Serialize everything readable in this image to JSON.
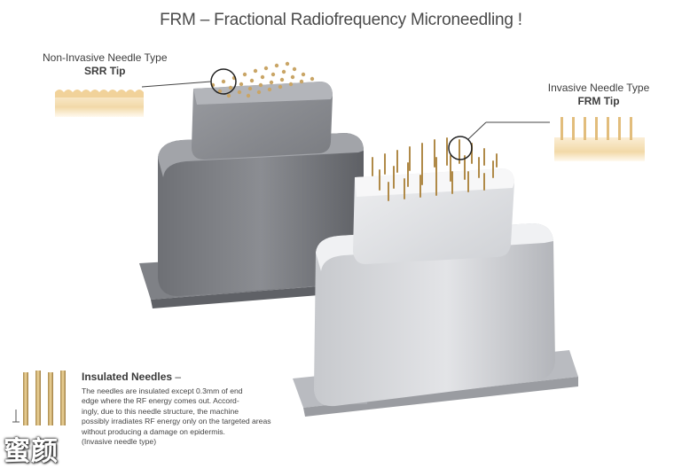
{
  "title": "FRM – Fractional Radiofrequency Microneedling !",
  "srr": {
    "type_label": "Non-Invasive Needle Type",
    "tip_label": "SRR Tip"
  },
  "frm": {
    "type_label": "Invasive Needle Type",
    "tip_label": "FRM Tip"
  },
  "insulated": {
    "title": "Insulated Needles",
    "dash": "–",
    "lines": [
      "The needles are insulated except 0.3mm of end",
      "edge where the RF energy comes out. Accord-",
      "ingly, due to this needle structure, the machine",
      "possibly irradiates RF energy only on the targeted areas",
      "without producing a damage on epidermis.",
      "(Invasive needle type)"
    ]
  },
  "watermark": "蜜颜",
  "colors": {
    "gold": "#d9b77a",
    "gold_light": "#f3dfb6",
    "device_dark": "#7d7f84",
    "device_light": "#d2d4d8"
  }
}
